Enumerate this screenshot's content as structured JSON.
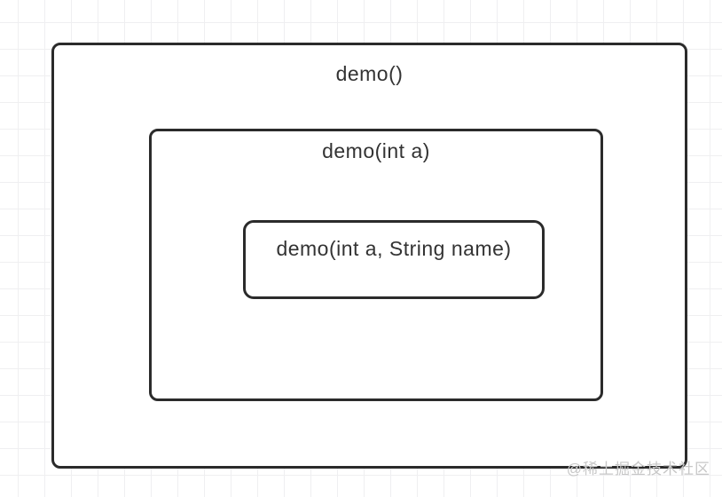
{
  "diagram": {
    "boxes": {
      "outer": {
        "label": "demo()"
      },
      "middle": {
        "label": "demo(int a)"
      },
      "inner": {
        "label": "demo(int a, String name)"
      }
    }
  },
  "watermark": {
    "text": "@稀土掘金技术社区"
  },
  "colors": {
    "box_border": "#2b2b2b",
    "label_text": "#333333",
    "grid_line": "#efeff1",
    "background": "#ffffff",
    "watermark_text": "#c7c7c7"
  }
}
